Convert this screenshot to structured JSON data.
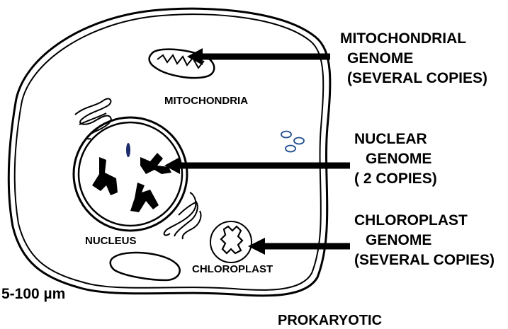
{
  "labels": {
    "mito_genome": [
      "MITOCHONDRIAL",
      "GENOME",
      "(SEVERAL COPIES)"
    ],
    "nuclear_genome": [
      "NUCLEAR",
      "GENOME",
      "( 2 COPIES)"
    ],
    "chloro_genome": [
      "CHLOROPLAST",
      "GENOME",
      "(SEVERAL COPIES)"
    ],
    "mitochondria": "MITOCHONDRIA",
    "nucleus": "NUCLEUS",
    "chloroplast": "CHLOROPLAST",
    "scale": "5-100 µm",
    "prokaryotic": "PROKARYOTIC"
  }
}
